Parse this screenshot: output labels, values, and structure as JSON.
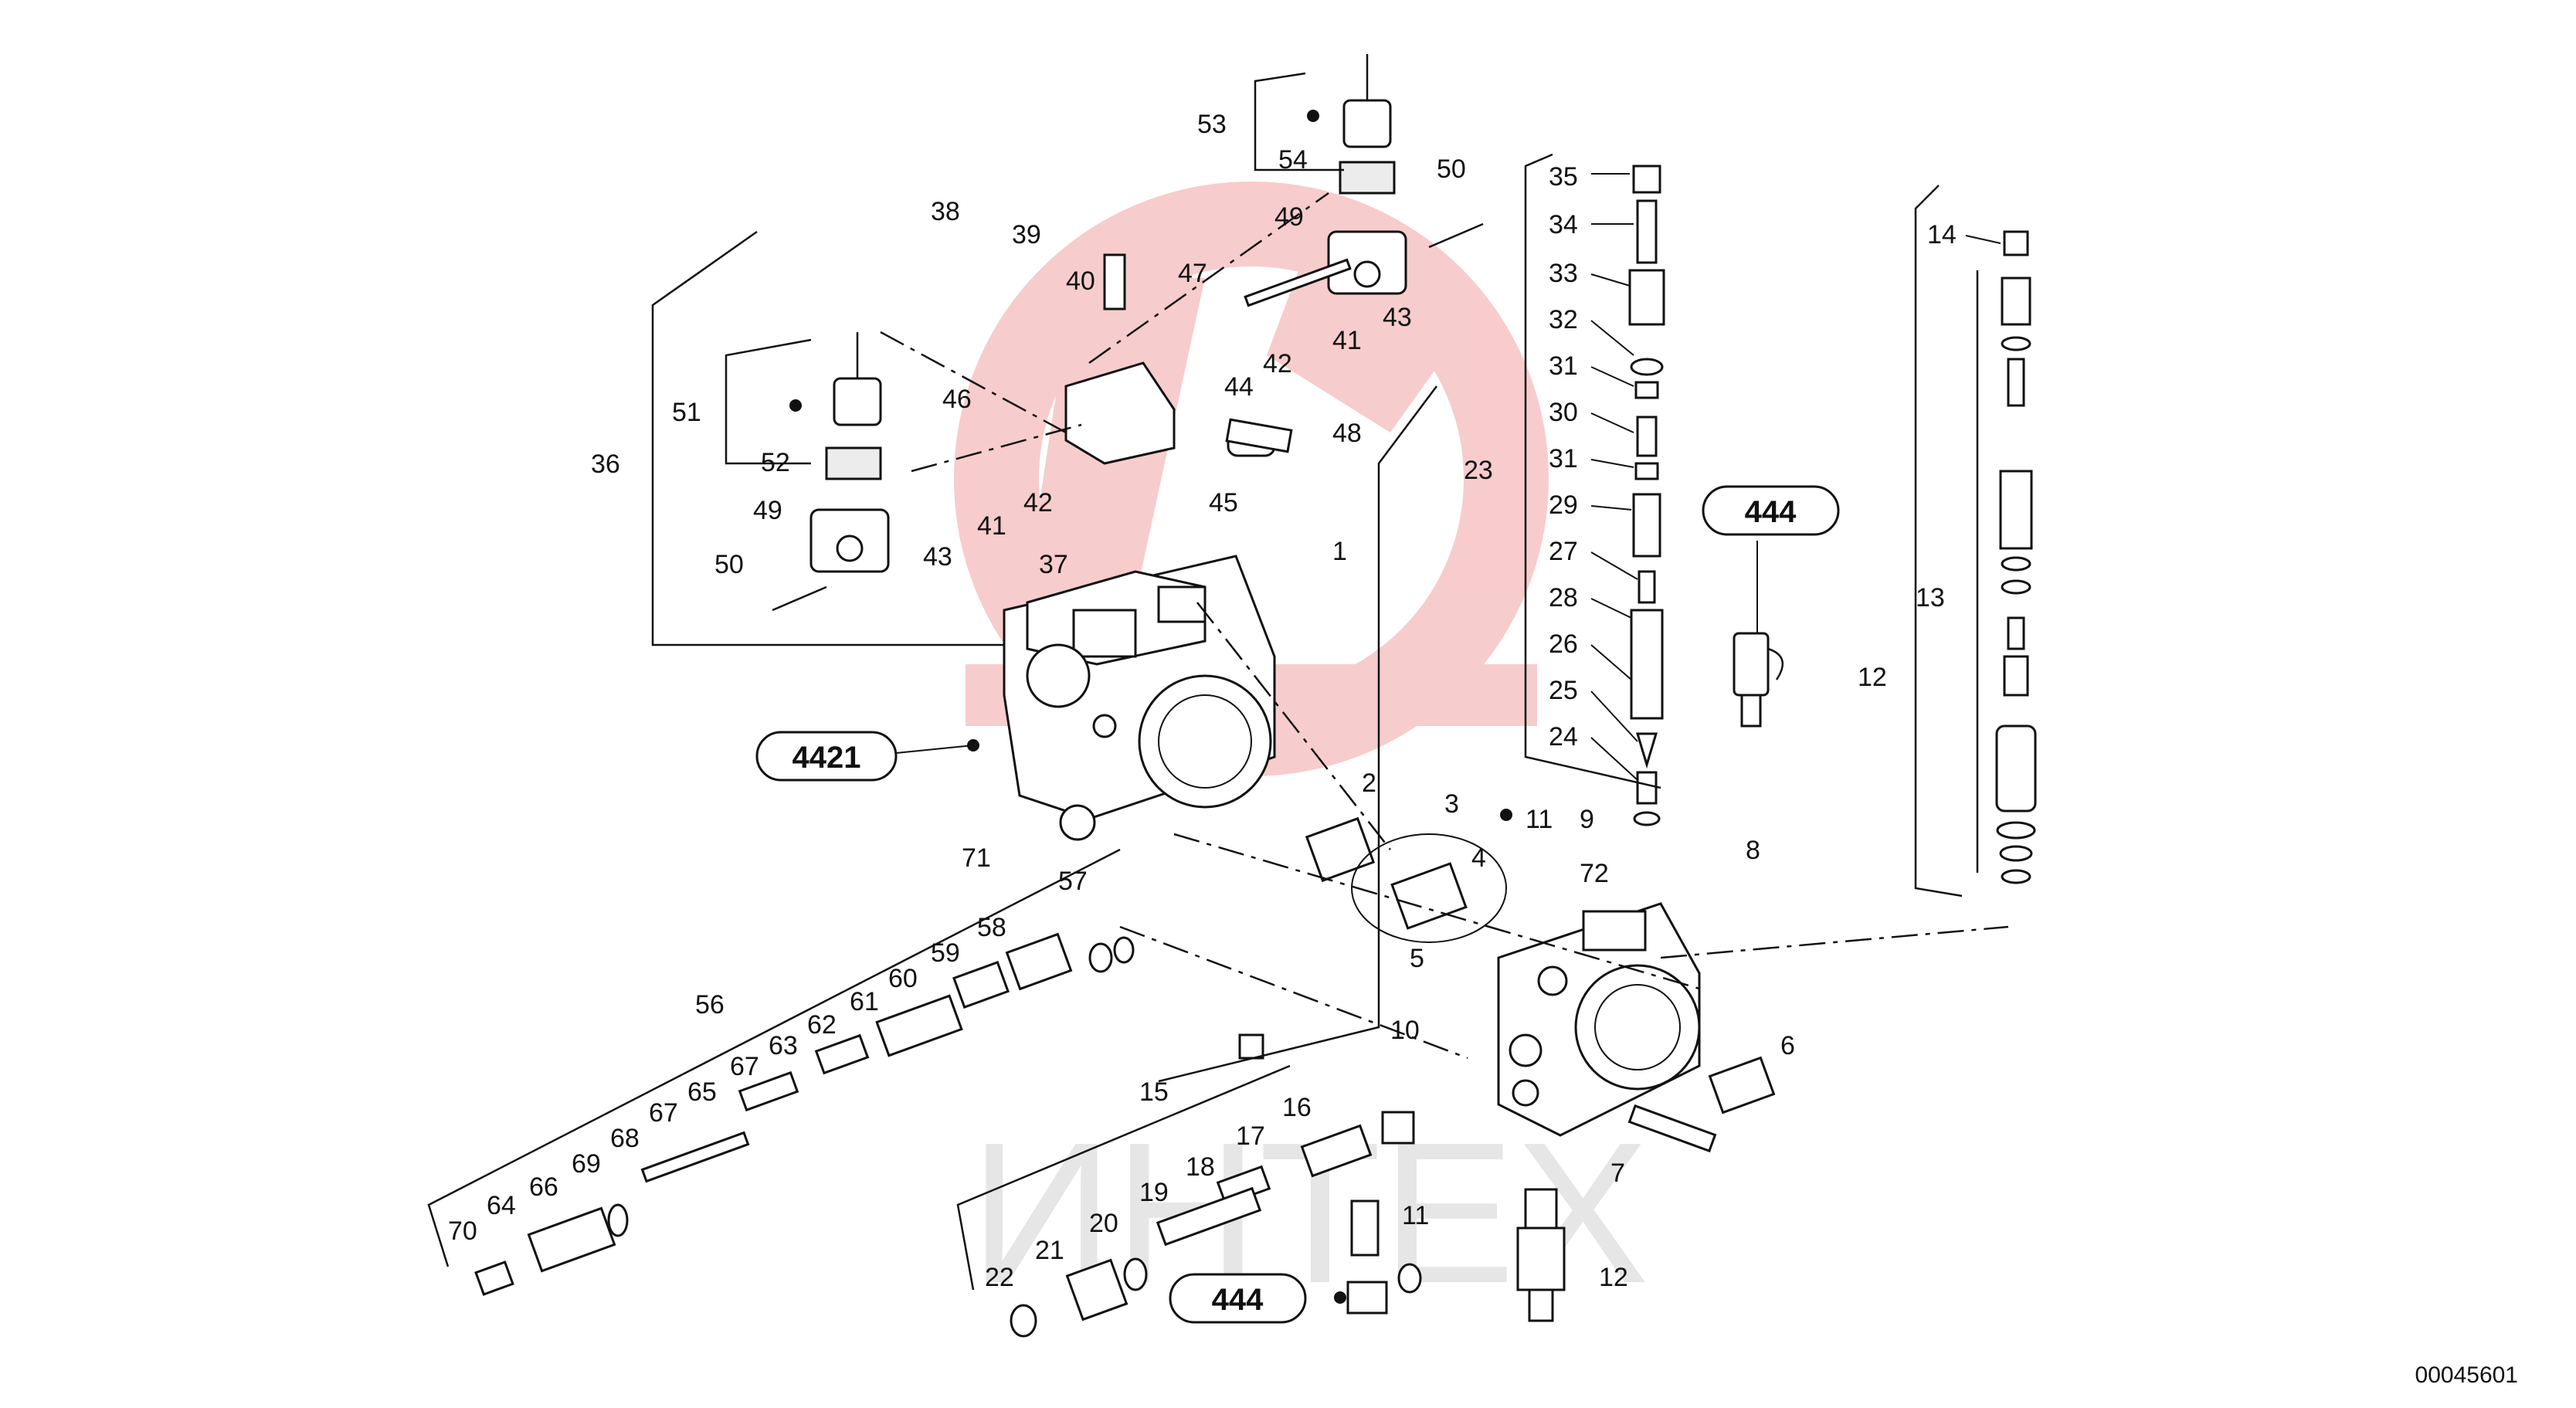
{
  "watermark": {
    "text": "ИНТЕХ",
    "logo_color": "#f7c6c6",
    "text_color": "#e3e3e3"
  },
  "callouts": {
    "c1": "1",
    "c2": "2",
    "c3": "3",
    "c4": "4",
    "c5": "5",
    "c6": "6",
    "c7": "7",
    "c8": "8",
    "c9": "9",
    "c10": "10",
    "c11a": "11",
    "c11b": "11",
    "c12a": "12",
    "c12b": "12",
    "c13": "13",
    "c14": "14",
    "c15": "15",
    "c16": "16",
    "c17": "17",
    "c18": "18",
    "c19": "19",
    "c20": "20",
    "c21": "21",
    "c22": "22",
    "c23": "23",
    "c24": "24",
    "c25": "25",
    "c26": "26",
    "c27": "27",
    "c28": "28",
    "c29": "29",
    "c30": "30",
    "c31a": "31",
    "c31b": "31",
    "c32": "32",
    "c33": "33",
    "c34": "34",
    "c35": "35",
    "c36": "36",
    "c37": "37",
    "c38": "38",
    "c39": "39",
    "c40": "40",
    "c41a": "41",
    "c41b": "41",
    "c42a": "42",
    "c42b": "42",
    "c43a": "43",
    "c43b": "43",
    "c44": "44",
    "c45": "45",
    "c46": "46",
    "c47": "47",
    "c48": "48",
    "c49a": "49",
    "c49b": "49",
    "c50a": "50",
    "c50b": "50",
    "c51": "51",
    "c52": "52",
    "c53": "53",
    "c54": "54",
    "c56": "56",
    "c57": "57",
    "c58": "58",
    "c59": "59",
    "c60": "60",
    "c61": "61",
    "c62": "62",
    "c63": "63",
    "c64": "64",
    "c65": "65",
    "c66": "66",
    "c67a": "67",
    "c67b": "67",
    "c68": "68",
    "c69": "69",
    "c70": "70",
    "c71": "71",
    "c72": "72"
  },
  "refs": {
    "r4421": "4421",
    "r444a": "444",
    "r444b": "444"
  },
  "document_number": "00045601"
}
